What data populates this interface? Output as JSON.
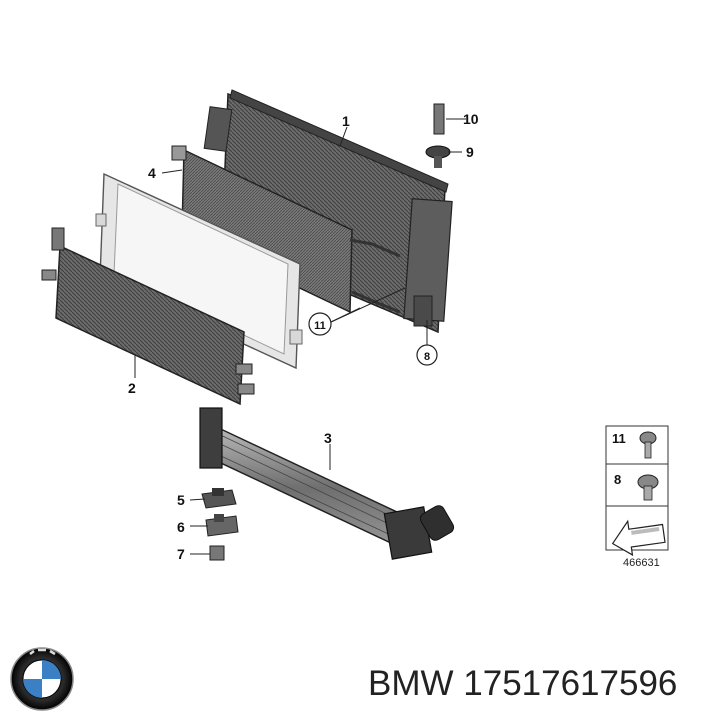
{
  "callouts": {
    "c1": "1",
    "c2": "2",
    "c3": "3",
    "c4": "4",
    "c5": "5",
    "c6": "6",
    "c7": "7",
    "c8": "8",
    "c9": "9",
    "c10": "10",
    "c11": "11"
  },
  "legend": {
    "item_a": "11",
    "item_b": "8",
    "diagram_id": "466631"
  },
  "logo": {
    "text": "BMW"
  },
  "caption": "BMW 17517617596",
  "colors": {
    "line": "#222222",
    "part_dark": "#5a5a5a",
    "part_mid": "#8a8a8a",
    "part_light": "#e4e4e4"
  }
}
